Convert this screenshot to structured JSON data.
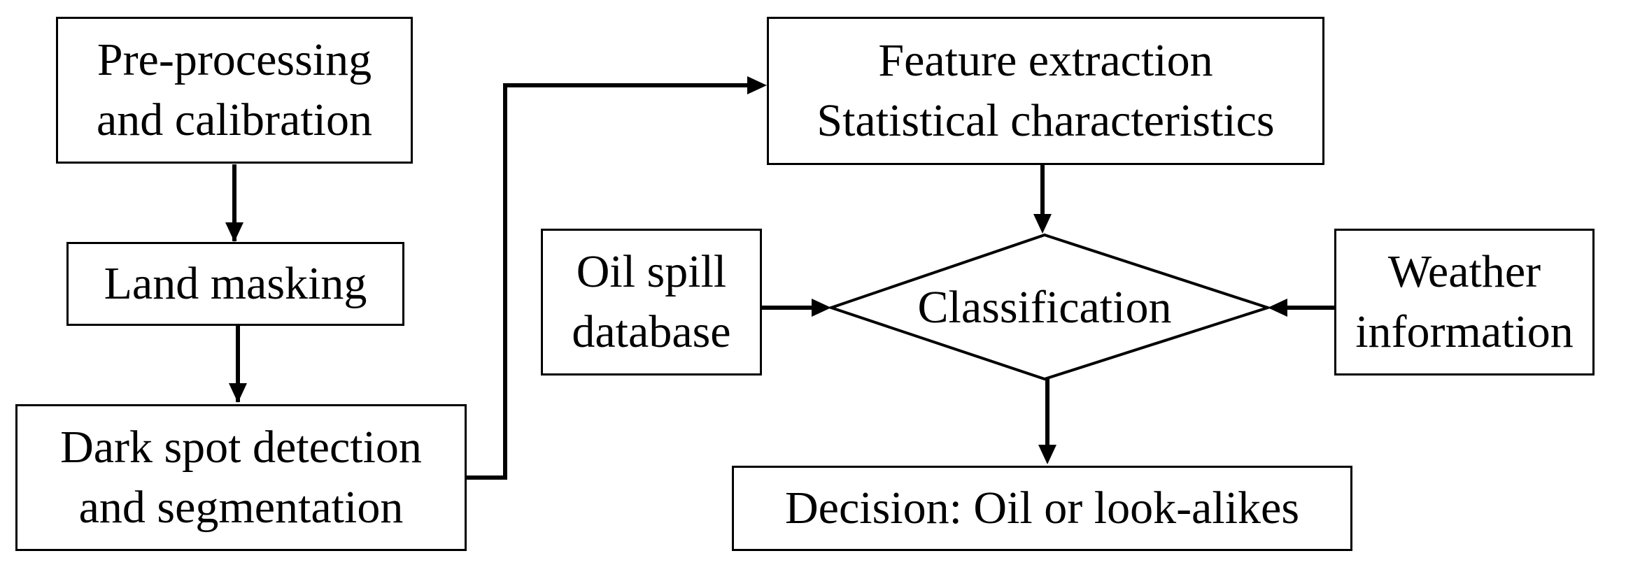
{
  "nodes": {
    "preprocessing": {
      "line1": "Pre-processing",
      "line2": "and calibration"
    },
    "land_masking": {
      "line1": "Land masking"
    },
    "dark_spot": {
      "line1": "Dark spot detection",
      "line2": "and segmentation"
    },
    "feature_extraction": {
      "line1": "Feature extraction",
      "line2": "Statistical characteristics"
    },
    "oil_spill_db": {
      "line1": "Oil spill",
      "line2": "database"
    },
    "classification": {
      "label": "Classification"
    },
    "weather": {
      "line1": "Weather",
      "line2": "information"
    },
    "decision": {
      "line1": "Decision: Oil or look-alikes"
    }
  },
  "edges": [
    {
      "from": "preprocessing",
      "to": "land_masking"
    },
    {
      "from": "land_masking",
      "to": "dark_spot"
    },
    {
      "from": "dark_spot",
      "to": "feature_extraction"
    },
    {
      "from": "feature_extraction",
      "to": "classification"
    },
    {
      "from": "oil_spill_db",
      "to": "classification"
    },
    {
      "from": "weather",
      "to": "classification"
    },
    {
      "from": "classification",
      "to": "decision"
    }
  ]
}
